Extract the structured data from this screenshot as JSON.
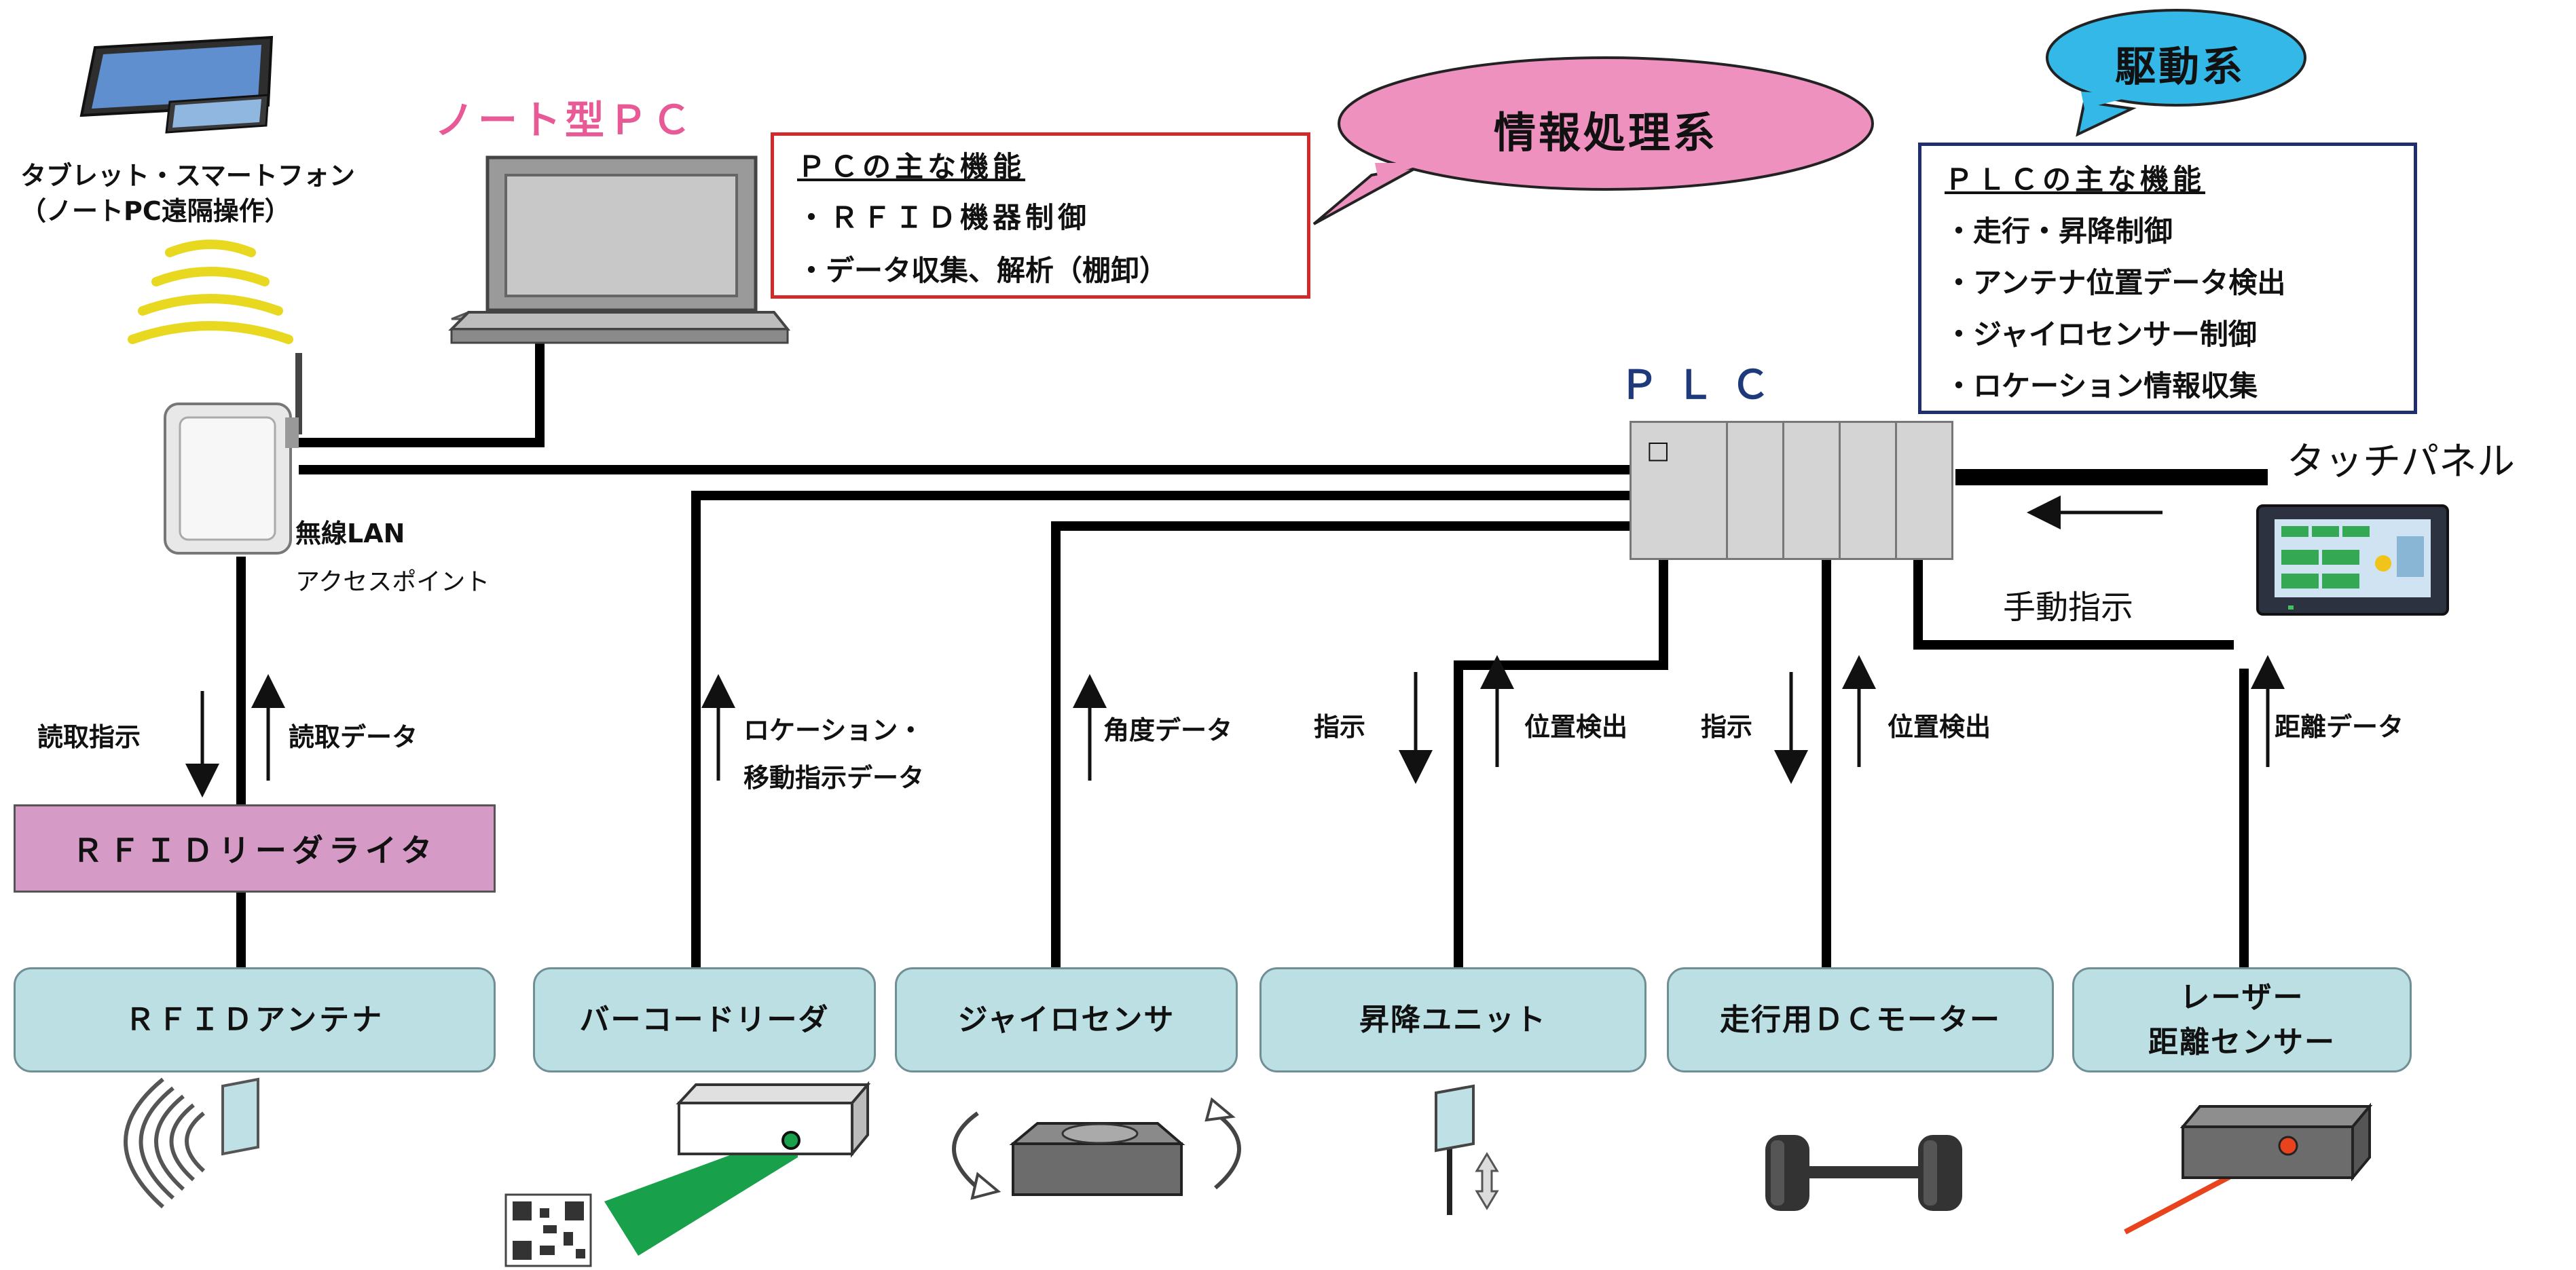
{
  "tablet_label": "タブレット・スマートフォン",
  "tablet_sub": "（ノートPC遠隔操作）",
  "notepc_label": "ノート型ＰＣ",
  "ap_label_1": "無線LAN",
  "ap_label_2": "アクセスポイント",
  "info_bubble": "情報処理系",
  "drive_bubble": "駆動系",
  "pc_func": {
    "title": "ＰＣの主な機能",
    "items": [
      "・ＲＦＩＤ機器制御",
      "・データ収集、解析（棚卸）"
    ]
  },
  "plc_func": {
    "title": "ＰＬＣの主な機能",
    "items": [
      "・走行・昇降制御",
      "・アンテナ位置データ検出",
      "・ジャイロセンサー制御",
      "・ロケーション情報収集"
    ]
  },
  "plc_label": "ＰＬＣ",
  "plc_marker": "□",
  "touch_panel_label": "タッチパネル",
  "manual_label": "手動指示",
  "rfid_rw": "ＲＦＩＤリーダライタ",
  "signals": {
    "read_cmd": "読取指示",
    "read_data": "読取データ",
    "location_1": "ロケーション・",
    "location_2": "移動指示データ",
    "angle": "角度データ",
    "cmd_lift": "指示",
    "pos_lift": "位置検出",
    "cmd_drive": "指示",
    "pos_drive": "位置検出",
    "distance": "距離データ"
  },
  "devices": {
    "rfid_antenna": "ＲＦＩＤアンテナ",
    "barcode": "バーコードリーダ",
    "gyro": "ジャイロセンサ",
    "lift": "昇降ユニット",
    "dc_motor": "走行用ＤＣモーター",
    "laser_1": "レーザー",
    "laser_2": "距離センサー"
  },
  "colors": {
    "info_bubble": "#ee91bf",
    "drive_bubble": "#33b8e8",
    "device_box": "#bcdfe3",
    "rfid_rw": "#d69ac6",
    "pc_title": "#e75a95",
    "plc_title": "#1f3a7a",
    "pc_border": "#d22a2a",
    "plc_border": "#1f2f6e",
    "barcode_beam": "#19a04a",
    "laser_beam": "#e8431c",
    "wifi": "#f2e63a"
  }
}
